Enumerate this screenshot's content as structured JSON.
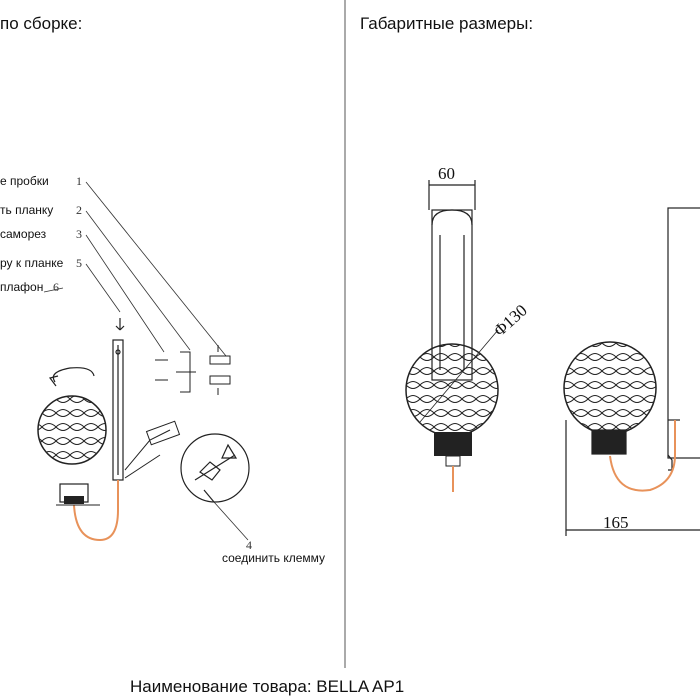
{
  "headers": {
    "assembly": "по сборке:",
    "dimensions": "Габаритные размеры:"
  },
  "steps": [
    {
      "num": "1",
      "text": "е пробки"
    },
    {
      "num": "2",
      "text": "ть планку"
    },
    {
      "num": "3",
      "text": "саморез"
    },
    {
      "num": "5",
      "text": "ру к планке"
    },
    {
      "num": "6",
      "text": "плафон"
    }
  ],
  "terminal_step": {
    "num": "4",
    "text": "соединить клемму"
  },
  "dimensions": {
    "width_top": "60",
    "diameter": "Φ130",
    "depth": "165"
  },
  "product": {
    "caption": "Наименование товара: BELLA AP1"
  },
  "colors": {
    "line": "#222222",
    "cable": "#e8925a",
    "divider": "#555555"
  }
}
